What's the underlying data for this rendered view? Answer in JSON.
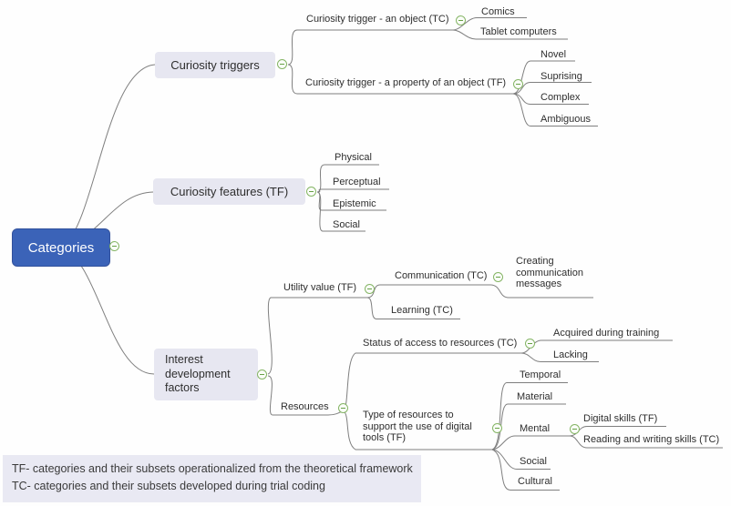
{
  "mindmap": {
    "root": {
      "label": "Categories"
    },
    "branches": [
      {
        "label": "Curiosity triggers",
        "children": [
          {
            "label": "Curiosity trigger - an object (TC)",
            "children": [
              {
                "label": "Comics"
              },
              {
                "label": "Tablet computers"
              }
            ]
          },
          {
            "label": "Curiosity trigger - a property of an object (TF)",
            "children": [
              {
                "label": "Novel"
              },
              {
                "label": "Suprising"
              },
              {
                "label": "Complex"
              },
              {
                "label": "Ambiguous"
              }
            ]
          }
        ]
      },
      {
        "label": "Curiosity features (TF)",
        "children": [
          {
            "label": "Physical"
          },
          {
            "label": "Perceptual"
          },
          {
            "label": "Epistemic"
          },
          {
            "label": "Social"
          }
        ]
      },
      {
        "label": "Interest development factors",
        "children": [
          {
            "label": "Utility value (TF)",
            "children": [
              {
                "label": "Communication (TC)",
                "children": [
                  {
                    "label": "Creating communication messages"
                  }
                ]
              },
              {
                "label": "Learning (TC)"
              }
            ]
          },
          {
            "label": "Resources",
            "children": [
              {
                "label": "Status of access to resources (TC)",
                "children": [
                  {
                    "label": "Acquired during training"
                  },
                  {
                    "label": "Lacking"
                  }
                ]
              },
              {
                "label": "Type of resources to support the use of digital tools (TF)",
                "children": [
                  {
                    "label": "Temporal"
                  },
                  {
                    "label": "Material"
                  },
                  {
                    "label": "Mental",
                    "children": [
                      {
                        "label": "Digital skills (TF)"
                      },
                      {
                        "label": "Reading and writing skills (TC)"
                      }
                    ]
                  },
                  {
                    "label": "Social"
                  },
                  {
                    "label": "Cultural"
                  }
                ]
              }
            ]
          }
        ]
      }
    ]
  },
  "legend": {
    "line1": "TF- categories and their subsets operationalized from the theoretical framework",
    "line2": "TC- categories and their subsets developed during trial coding"
  },
  "colors": {
    "root_fill": "#3b63b8",
    "branch_fill": "#e7e7f1",
    "legend_fill": "#e9e9f3",
    "connector": "#7f7f7f",
    "collapse_green": "#68a247"
  },
  "icons": {
    "collapse": "minus-icon"
  }
}
